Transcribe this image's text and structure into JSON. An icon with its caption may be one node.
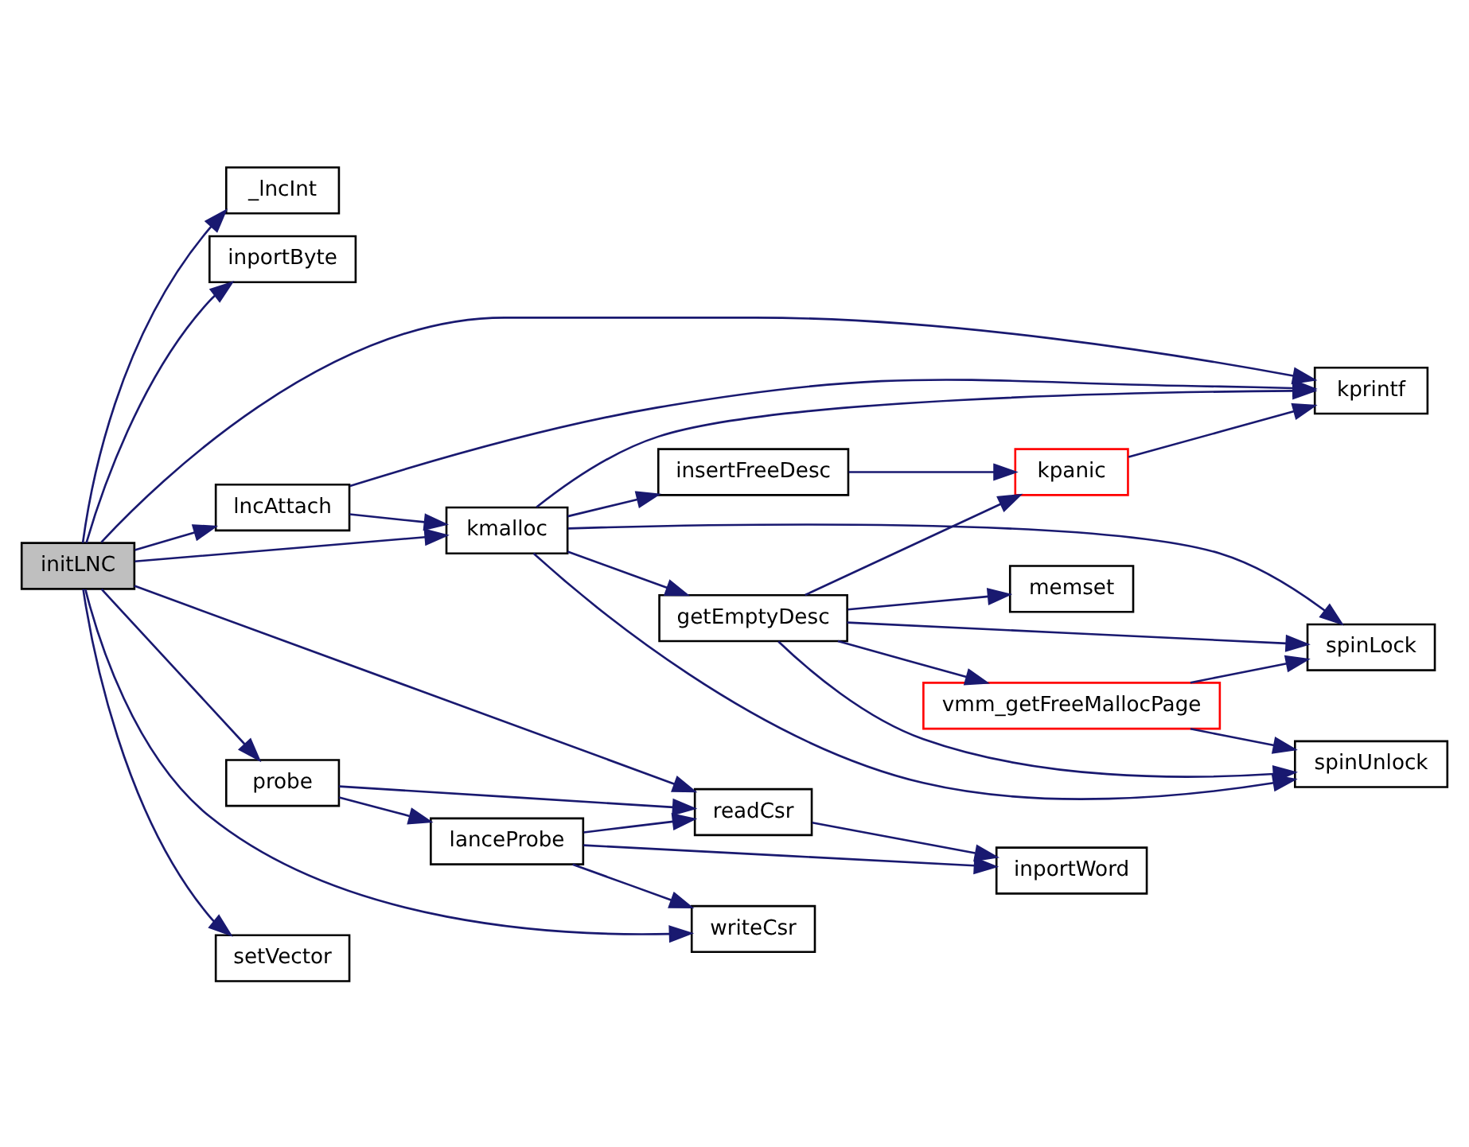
{
  "diagram": {
    "nodes": [
      {
        "text": [
          "initLNC"
        ]
      },
      {
        "text": [
          "_lncInt"
        ]
      },
      {
        "text": [
          "inportByte"
        ]
      },
      {
        "text": [
          "kprintf"
        ]
      },
      {
        "text": [
          "lncAttach"
        ]
      },
      {
        "text": [
          "kmalloc"
        ]
      },
      {
        "text": [
          "insertFreeDesc"
        ]
      },
      {
        "text": [
          "kpanic"
        ]
      },
      {
        "text": [
          "spinLock"
        ]
      },
      {
        "text": [
          "getEmptyDesc"
        ]
      },
      {
        "text": [
          "vmm_getFreeMallocPage"
        ]
      },
      {
        "text": [
          "memset"
        ]
      },
      {
        "text": [
          "spinUnlock"
        ]
      },
      {
        "text": [
          "probe"
        ]
      },
      {
        "text": [
          "readCsr"
        ]
      },
      {
        "text": [
          "lanceProbe"
        ]
      },
      {
        "text": [
          "inportWord"
        ]
      },
      {
        "text": [
          "writeCsr"
        ]
      },
      {
        "text": [
          "setVector"
        ]
      }
    ],
    "edges": [
      {
        "from": 0,
        "to": 1,
        "arrow": "to"
      },
      {
        "from": 0,
        "to": 2,
        "arrow": "to"
      },
      {
        "from": 0,
        "to": 3,
        "arrow": "to"
      },
      {
        "from": 0,
        "to": 4,
        "arrow": "to"
      },
      {
        "from": 0,
        "to": 5,
        "arrow": "to"
      },
      {
        "from": 0,
        "to": 14,
        "arrow": "to"
      },
      {
        "from": 0,
        "to": 13,
        "arrow": "to"
      },
      {
        "from": 0,
        "to": 17,
        "arrow": "to"
      },
      {
        "from": 0,
        "to": 18,
        "arrow": "to"
      },
      {
        "from": 4,
        "to": 3,
        "arrow": "to"
      },
      {
        "from": 4,
        "to": 5,
        "arrow": "to"
      },
      {
        "from": 5,
        "to": 3,
        "arrow": "to"
      },
      {
        "from": 5,
        "to": 6,
        "arrow": "to"
      },
      {
        "from": 5,
        "to": 8,
        "arrow": "to"
      },
      {
        "from": 5,
        "to": 9,
        "arrow": "to"
      },
      {
        "from": 5,
        "to": 12,
        "arrow": "to"
      },
      {
        "from": 6,
        "to": 7,
        "arrow": "to"
      },
      {
        "from": 7,
        "to": 3,
        "arrow": "to"
      },
      {
        "from": 9,
        "to": 7,
        "arrow": "to"
      },
      {
        "from": 9,
        "to": 8,
        "arrow": "to"
      },
      {
        "from": 9,
        "to": 10,
        "arrow": "to"
      },
      {
        "from": 9,
        "to": 11,
        "arrow": "to"
      },
      {
        "from": 9,
        "to": 12,
        "arrow": "to"
      },
      {
        "from": 10,
        "to": 8,
        "arrow": "to"
      },
      {
        "from": 10,
        "to": 12,
        "arrow": "to"
      },
      {
        "from": 13,
        "to": 14,
        "arrow": "to"
      },
      {
        "from": 13,
        "to": 15,
        "arrow": "to"
      },
      {
        "from": 15,
        "to": 14,
        "arrow": "to"
      },
      {
        "from": 15,
        "to": 16,
        "arrow": "to"
      },
      {
        "from": 15,
        "to": 17,
        "arrow": "to"
      },
      {
        "from": 14,
        "to": 16,
        "arrow": "to"
      }
    ]
  }
}
